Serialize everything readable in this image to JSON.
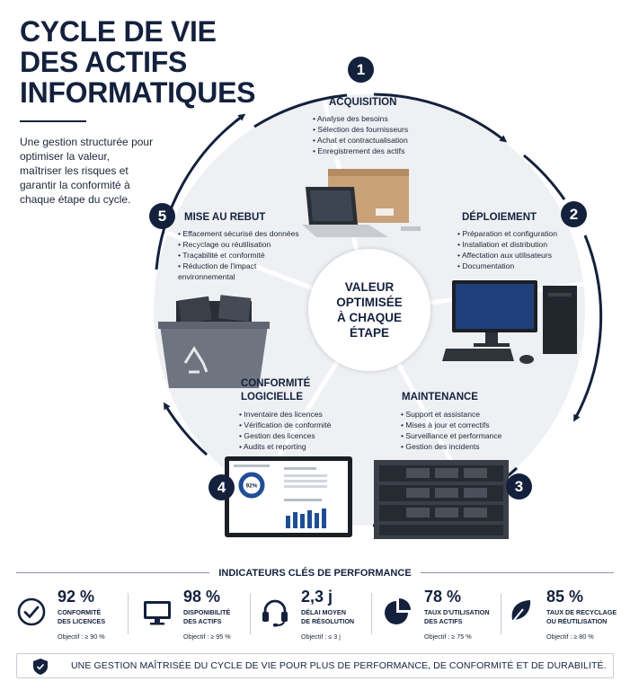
{
  "title": {
    "lines": [
      "CYCLE DE VIE",
      "DES ACTIFS",
      "INFORMATIQUES"
    ]
  },
  "intro": "Une gestion structurée pour optimiser la valeur, maîtriser les risques et garantir la conformité à chaque étape du cycle.",
  "center": {
    "lines": [
      "VALEUR",
      "OPTIMISÉE",
      "À CHAQUE",
      "ÉTAPE"
    ]
  },
  "steps": [
    {
      "num": "1",
      "title": "ACQUISITION",
      "bullets": [
        "Analyse des besoins",
        "Sélection des fournisseurs",
        "Achat et contractualisation",
        "Enregistrement des actifs"
      ],
      "image": "laptop-and-box"
    },
    {
      "num": "2",
      "title": "DÉPLOIEMENT",
      "bullets": [
        "Préparation et configuration",
        "Installation et distribution",
        "Affectation aux utilisateurs",
        "Documentation"
      ],
      "image": "desktop-workstation"
    },
    {
      "num": "3",
      "title": "MAINTENANCE",
      "bullets": [
        "Support et assistance",
        "Mises à jour et correctifs",
        "Surveillance et performance",
        "Gestion des incidents"
      ],
      "image": "server-rack"
    },
    {
      "num": "4",
      "title_lines": [
        "CONFORMITÉ",
        "LOGICIELLE"
      ],
      "bullets": [
        "Inventaire des licences",
        "Vérification de conformité",
        "Gestion des licences",
        "Audits et reporting"
      ],
      "image": "license-dashboard",
      "dashboard_donut": "92%"
    },
    {
      "num": "5",
      "title": "MISE AU REBUT",
      "bullets": [
        "Effacement sécurisé des données",
        "Recyclage ou réutilisation",
        "Traçabilité et conformité",
        "Réduction de l'impact environnemental"
      ],
      "image": "recycling-bin"
    }
  ],
  "kpi_header": "INDICATEURS CLÉS DE PERFORMANCE",
  "kpis": [
    {
      "icon": "check-circle-icon",
      "value": "92 %",
      "label_lines": [
        "CONFORMITÉ",
        "DES LICENCES"
      ],
      "target": "Objectif : ≥ 90 %"
    },
    {
      "icon": "monitor-icon",
      "value": "98 %",
      "label_lines": [
        "DISPONIBILITÉ",
        "DES ACTIFS"
      ],
      "target": "Objectif : ≥ 95 %"
    },
    {
      "icon": "headset-icon",
      "value": "2,3 j",
      "label_lines": [
        "DÉLAI MOYEN",
        "DE RÉSOLUTION"
      ],
      "target": "Objectif : ≤ 3 j"
    },
    {
      "icon": "pie-chart-icon",
      "value": "78 %",
      "label_lines": [
        "TAUX D'UTILISATION",
        "DES ACTIFS"
      ],
      "target": "Objectif : ≥ 75 %"
    },
    {
      "icon": "leaf-icon",
      "value": "85 %",
      "label_lines": [
        "TAUX DE RECYCLAGE",
        "OU RÉUTILISATION"
      ],
      "target": "Objectif : ≥ 80 %"
    }
  ],
  "banner": {
    "icon": "shield-icon",
    "text": "UNE GESTION MAÎTRISÉE DU CYCLE DE VIE POUR PLUS DE PERFORMANCE, DE CONFORMITÉ ET DE DURABILITÉ."
  },
  "colors": {
    "navy": "#14213d",
    "segment": "#eef0f3",
    "divider": "#ffffff"
  }
}
